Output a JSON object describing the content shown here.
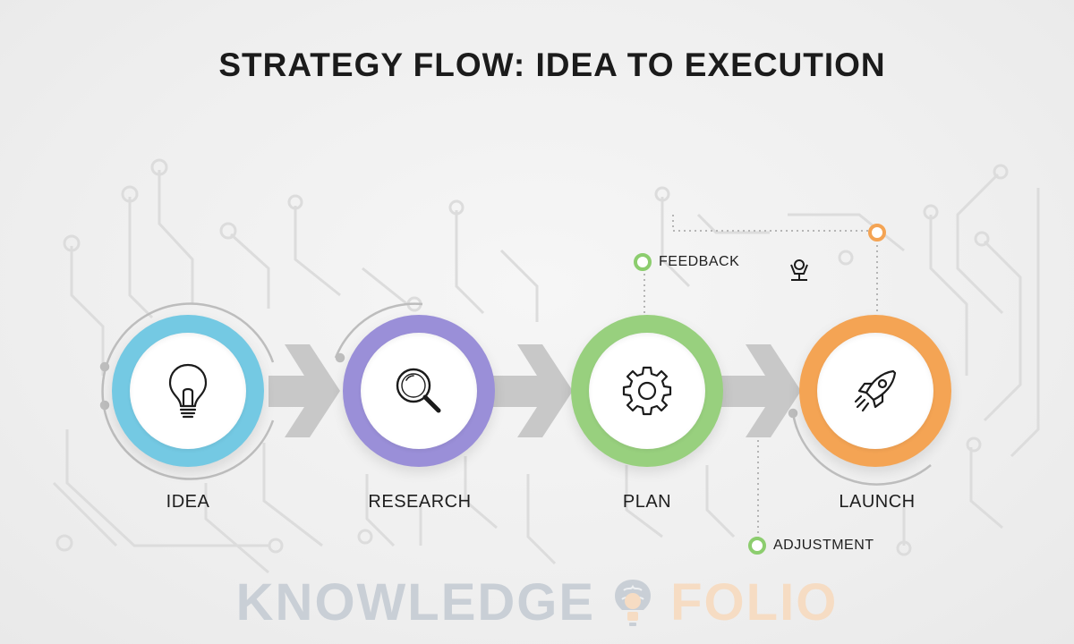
{
  "title": "STRATEGY FLOW: IDEA TO EXECUTION",
  "steps": [
    {
      "label": "IDEA",
      "icon": "lightbulb-icon",
      "color": "#74c9e3"
    },
    {
      "label": "RESEARCH",
      "icon": "magnifier-icon",
      "color": "#9a8fd8"
    },
    {
      "label": "PLAN",
      "icon": "gear-icon",
      "color": "#98d07e"
    },
    {
      "label": "LAUNCH",
      "icon": "rocket-icon",
      "color": "#f4a454"
    }
  ],
  "tags": {
    "feedback": "FEEDBACK",
    "adjustment": "ADJUSTMENT"
  },
  "watermark": {
    "left": "KNOWLEDGE",
    "right": "FOLIO",
    "icon": "brain-bulb-logo"
  },
  "colors": {
    "arrow": "#c8c8c8",
    "circuit": "#dcdcdc",
    "feedback_dot": "#8ccd6e",
    "top_marker": "#f4a454"
  }
}
